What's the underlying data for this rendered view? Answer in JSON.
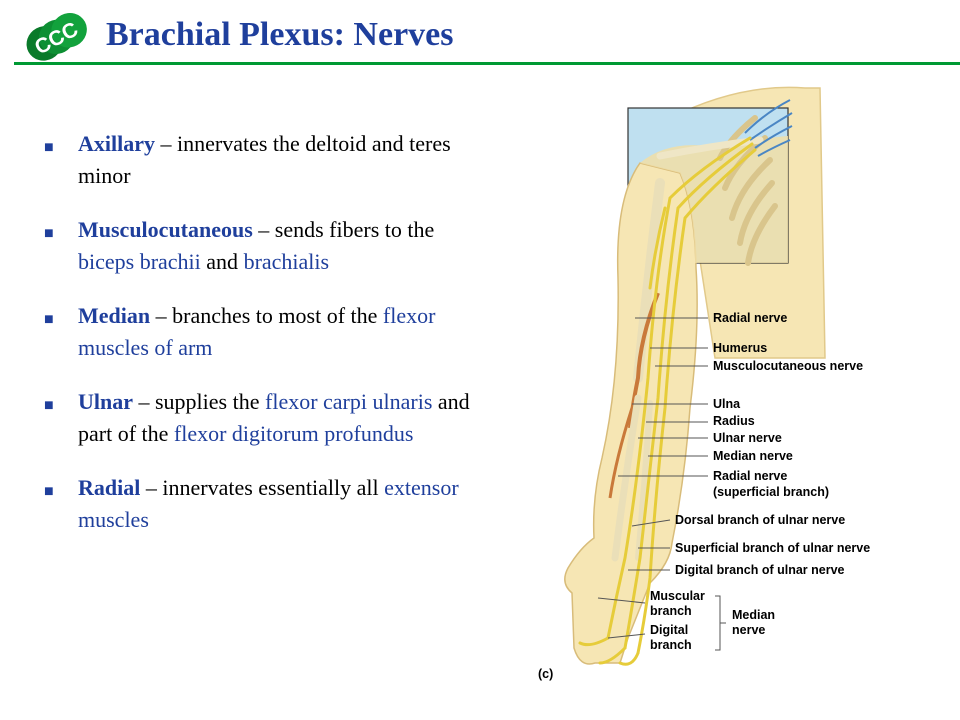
{
  "slide": {
    "title": "Brachial Plexus: Nerves",
    "logo_text": "CCC"
  },
  "bullets": [
    {
      "parts": [
        {
          "text": "Axillary",
          "style": "term"
        },
        {
          "text": " – innervates the deltoid and teres minor",
          "style": "plain"
        }
      ]
    },
    {
      "parts": [
        {
          "text": "Musculocutaneous",
          "style": "term"
        },
        {
          "text": " – sends fibers to the ",
          "style": "plain"
        },
        {
          "text": "biceps brachii",
          "style": "hl"
        },
        {
          "text": " and ",
          "style": "plain"
        },
        {
          "text": "brachialis",
          "style": "hl"
        }
      ]
    },
    {
      "parts": [
        {
          "text": "Median",
          "style": "term"
        },
        {
          "text": " – branches to most of the ",
          "style": "plain"
        },
        {
          "text": "flexor muscles of arm",
          "style": "hl"
        }
      ]
    },
    {
      "parts": [
        {
          "text": "Ulnar",
          "style": "term"
        },
        {
          "text": " – supplies the ",
          "style": "plain"
        },
        {
          "text": "flexor carpi ulnaris",
          "style": "hl"
        },
        {
          "text": " and part of the ",
          "style": "plain"
        },
        {
          "text": "flexor digitorum profundus",
          "style": "hl"
        }
      ]
    },
    {
      "parts": [
        {
          "text": "Radial",
          "style": "term"
        },
        {
          "text": " – innervates essentially all ",
          "style": "plain"
        },
        {
          "text": "extensor muscles",
          "style": "hl"
        }
      ]
    }
  ],
  "figure": {
    "labels": {
      "radial_nerve": "Radial nerve",
      "humerus": "Humerus",
      "musculocutaneous_nerve": "Musculocutaneous nerve",
      "ulna": "Ulna",
      "radius": "Radius",
      "ulnar_nerve": "Ulnar nerve",
      "median_nerve": "Median nerve",
      "radial_superficial_1": "Radial nerve",
      "radial_superficial_2": "(superficial branch)",
      "dorsal_ulnar": "Dorsal branch of ulnar nerve",
      "superficial_ulnar": "Superficial branch of ulnar nerve",
      "digital_ulnar": "Digital branch of ulnar nerve",
      "muscular_branch_1": "Muscular",
      "muscular_branch_2": "branch",
      "digital_branch_1": "Digital",
      "digital_branch_2": "branch",
      "median_nerve_group_1": "Median",
      "median_nerve_group_2": "nerve",
      "panel": "(c)"
    }
  },
  "colors": {
    "title": "#1f3f9c",
    "accent": "#1f3f9c",
    "rule": "#009933",
    "nerve": "#e6cc3a",
    "skin": "#f6e6b4",
    "inset": "#bfe0f0"
  }
}
